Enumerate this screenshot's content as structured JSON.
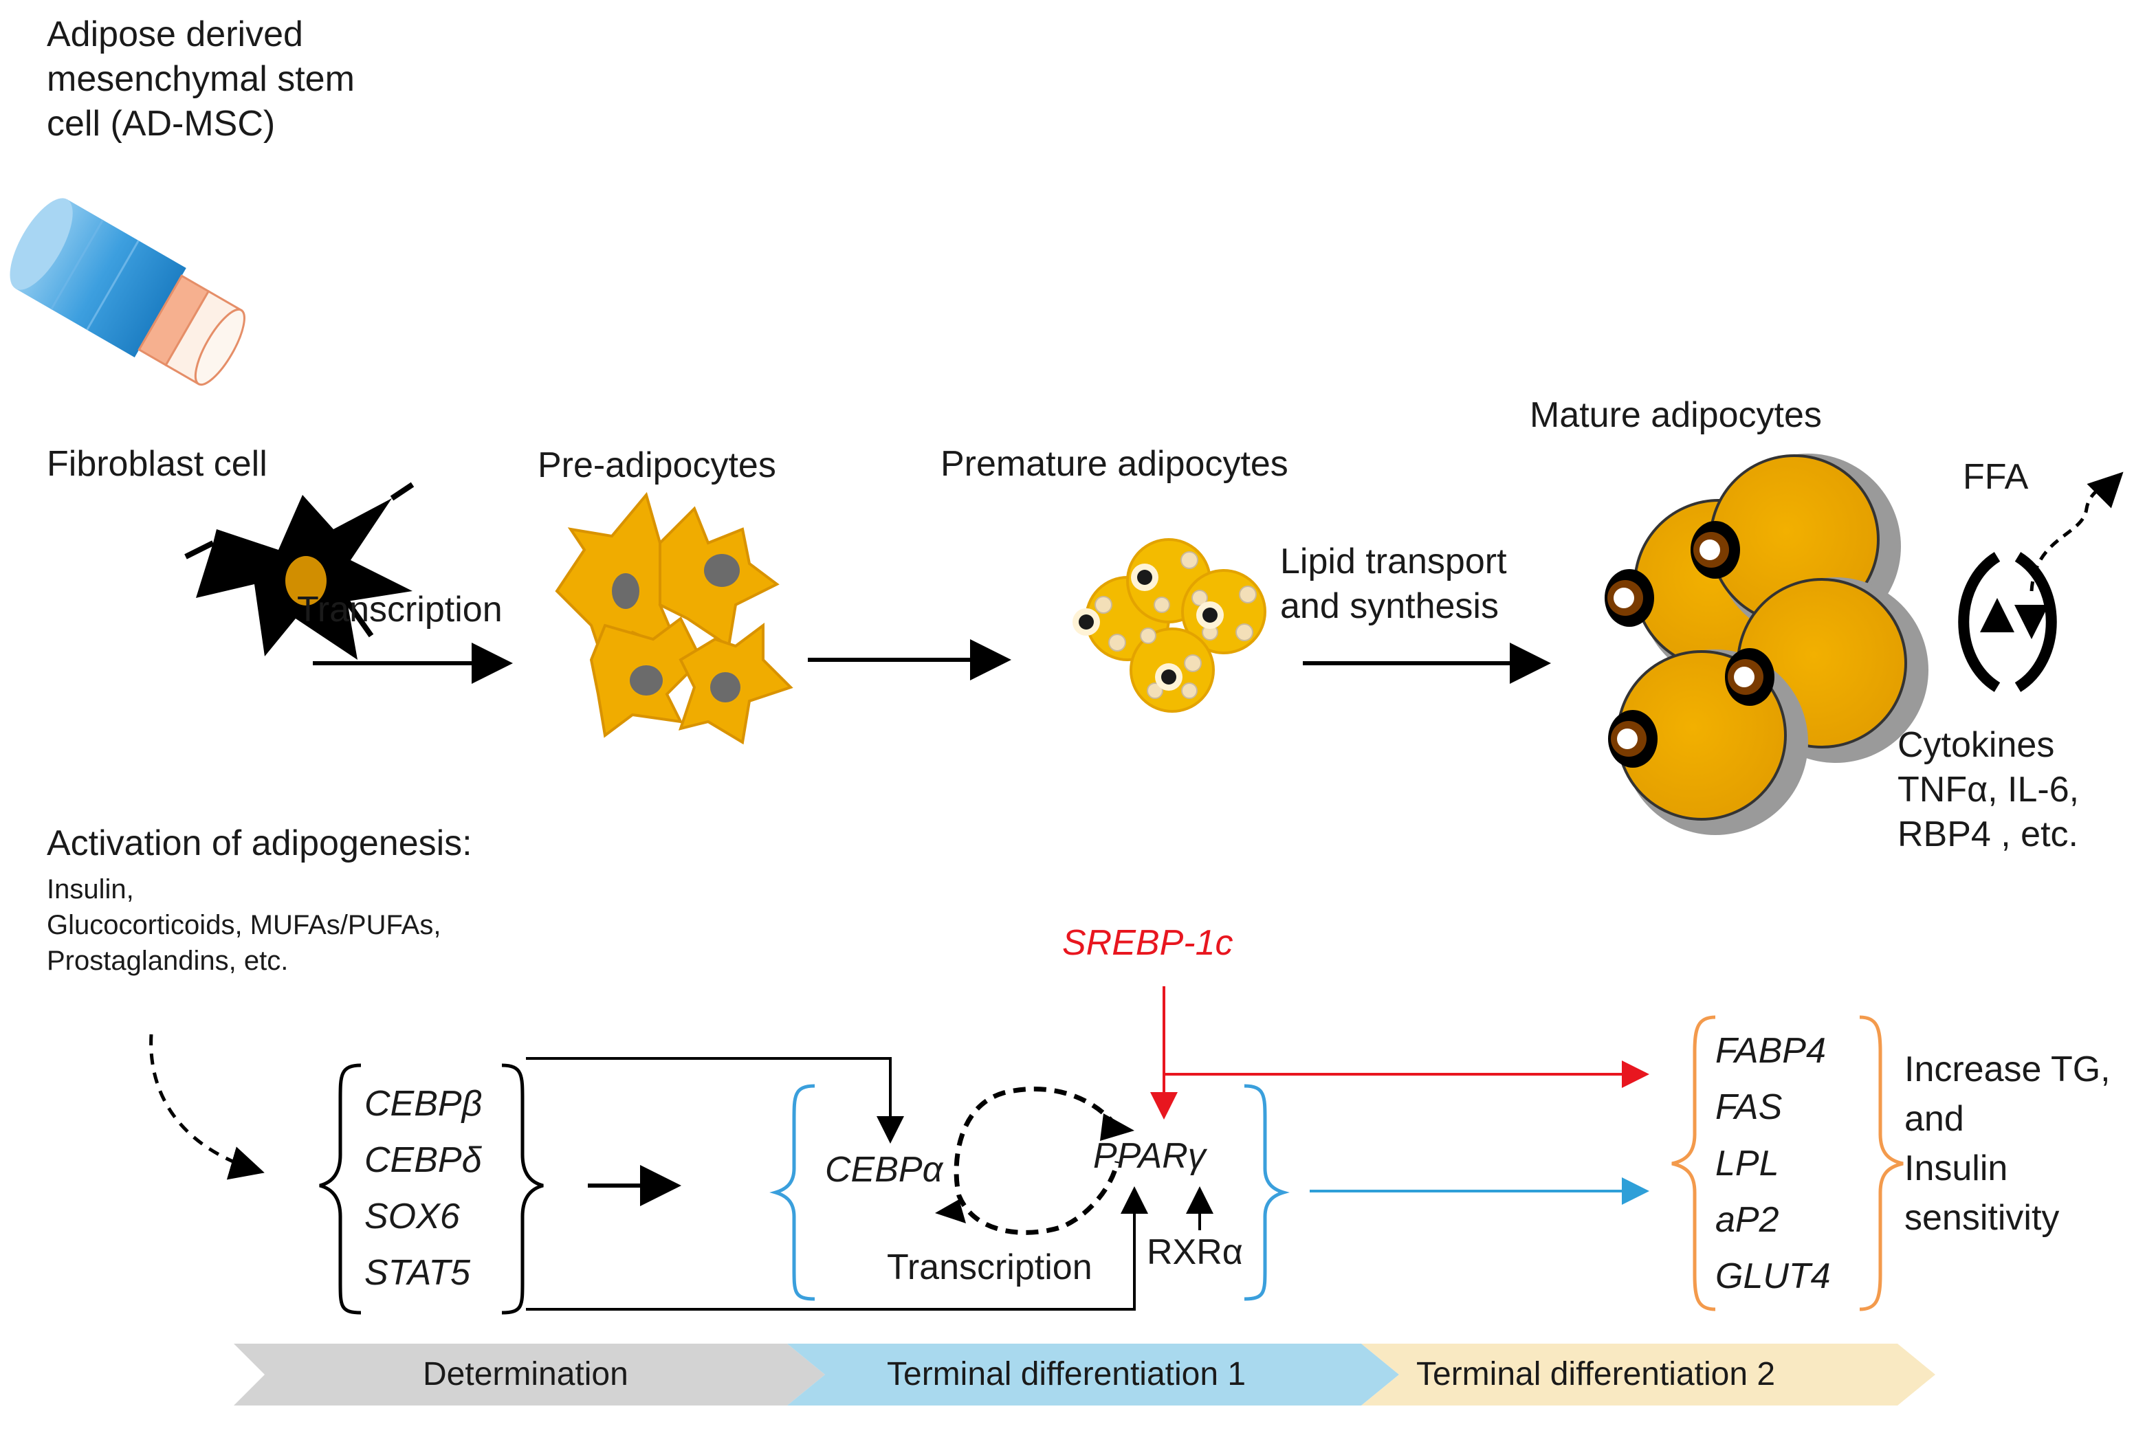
{
  "stem_cell": {
    "line1": "Adipose derived",
    "line2": "mesenchymal stem",
    "line3": "cell (AD-MSC)"
  },
  "stages": {
    "fibroblast": "Fibroblast cell",
    "pre": "Pre-adipocytes",
    "premature": "Premature adipocytes",
    "mature": "Mature adipocytes"
  },
  "arrows": {
    "transcription": "Transcription",
    "lipid_line1": "Lipid transport",
    "lipid_line2": "and synthesis"
  },
  "secretion": {
    "ffa": "FFA",
    "cyto_line1": "Cytokines",
    "cyto_line2": "TNFα, IL-6,",
    "cyto_line3": "RBP4 , etc."
  },
  "activation": {
    "title": "Activation of adipogenesis:",
    "line1": "Insulin,",
    "line2": "Glucocorticoids, MUFAs/PUFAs,",
    "line3": "Prostaglandins, etc."
  },
  "determination_genes": [
    "CEBPβ",
    "CEBPδ",
    "SOX6",
    "STAT5"
  ],
  "core": {
    "cebpa": "CEBPα",
    "pparg": "PPARγ",
    "rxra": "RXRα",
    "transcription": "Transcription",
    "srebp": "SREBP-1c"
  },
  "target_genes": [
    "FABP4",
    "FAS",
    "LPL",
    "aP2",
    "GLUT4"
  ],
  "outcome": {
    "line1": "Increase TG,",
    "line2": "and",
    "line3": "Insulin",
    "line4": "sensitivity"
  },
  "phases": [
    "Determination",
    "Terminal differentiation 1",
    "Terminal differentiation 2"
  ],
  "colors": {
    "cell_orange": "#f0ac00",
    "red_arrow": "#e8161f",
    "blue_arrow": "#2e9fd8",
    "bracket_blue": "#3a9fdc",
    "bracket_orange": "#f39a4c",
    "phase_grey": "#d3d3d3",
    "phase_blue": "#a9d9ee",
    "phase_cream": "#f9e9c2"
  }
}
